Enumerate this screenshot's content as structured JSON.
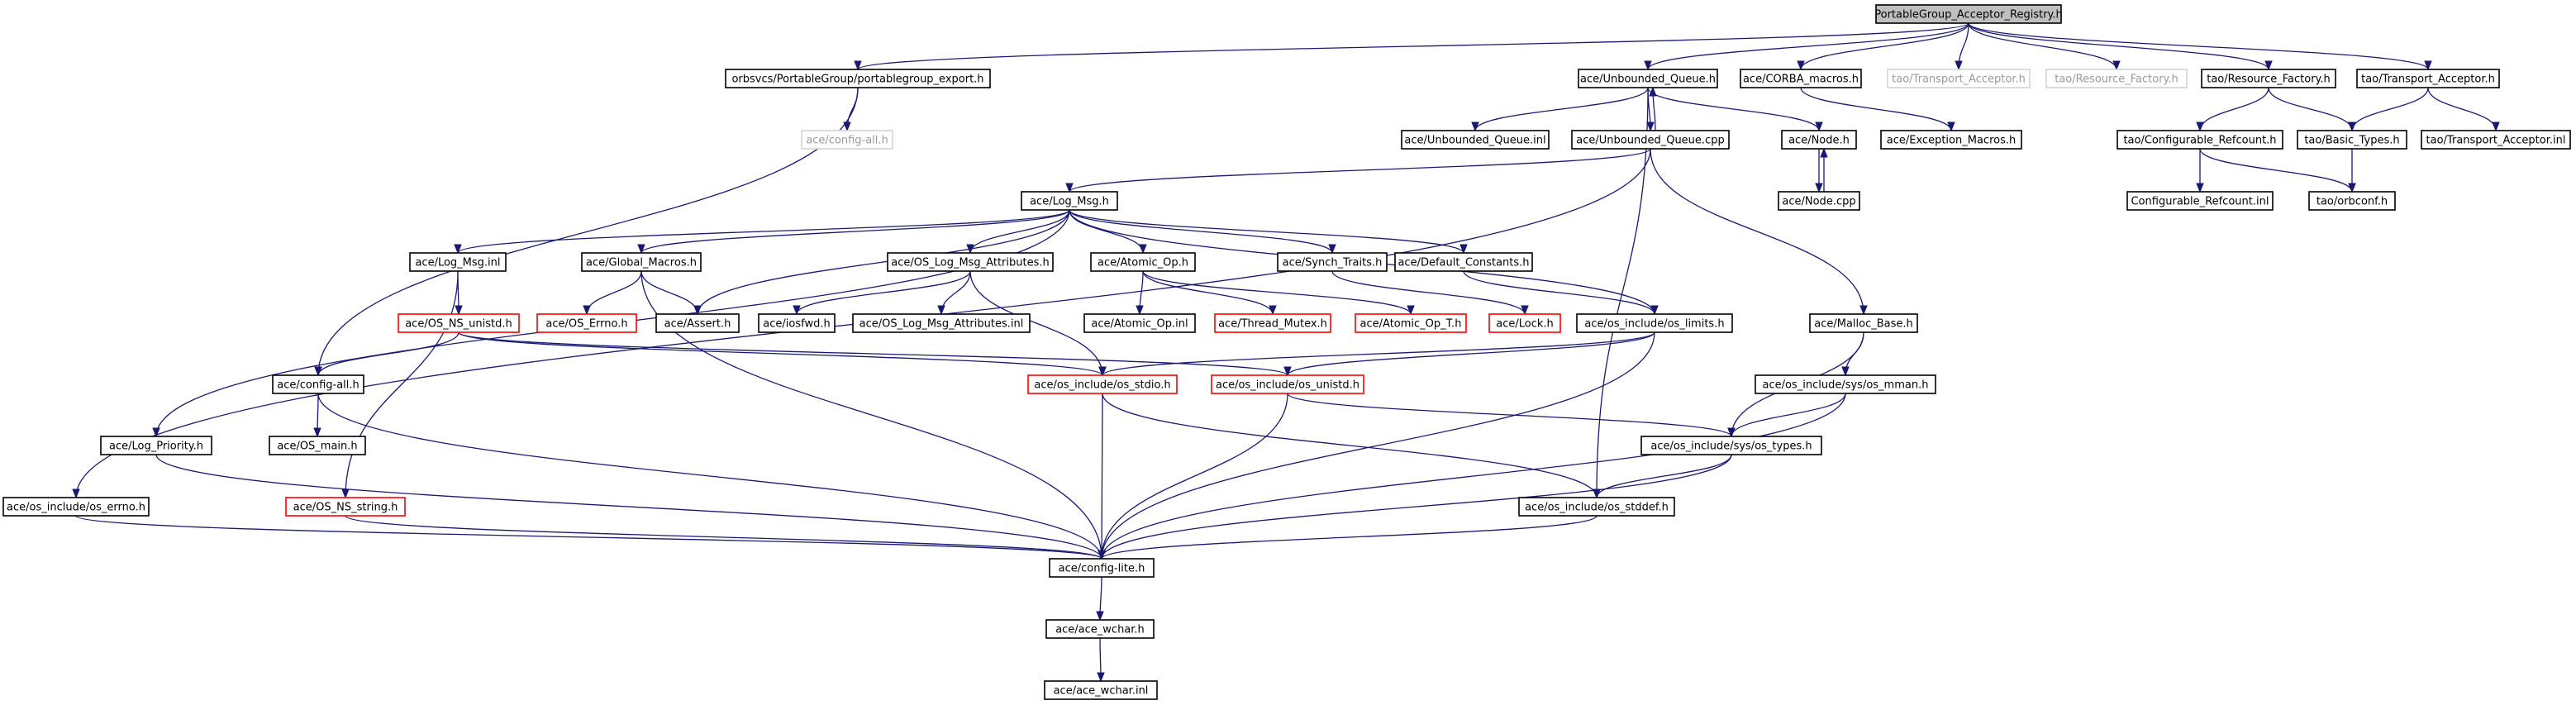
{
  "colors": {
    "edge": "#191970",
    "root_fill": "#bfbfbf",
    "missing_border": "#d3d3d3",
    "truncated_border": "#ff0000"
  },
  "nodes": [
    {
      "id": "root",
      "label": "PortableGroup_Acceptor_Registry.h",
      "style": "root"
    },
    {
      "id": "pg_export",
      "label": "orbsvcs/PortableGroup/portablegroup_export.h",
      "style": "normal"
    },
    {
      "id": "config_all_missing",
      "label": "ace/config-all.h",
      "style": "missing"
    },
    {
      "id": "unbounded_queue_h",
      "label": "ace/Unbounded_Queue.h",
      "style": "normal"
    },
    {
      "id": "corba_macros",
      "label": "ace/CORBA_macros.h",
      "style": "normal"
    },
    {
      "id": "tao_transport_acceptor_missing",
      "label": "tao/Transport_Acceptor.h",
      "style": "missing"
    },
    {
      "id": "tao_resource_factory_missing",
      "label": "tao/Resource_Factory.h",
      "style": "missing"
    },
    {
      "id": "tao_resource_factory",
      "label": "tao/Resource_Factory.h",
      "style": "normal"
    },
    {
      "id": "tao_transport_acceptor",
      "label": "tao/Transport_Acceptor.h",
      "style": "normal"
    },
    {
      "id": "unbounded_queue_inl",
      "label": "ace/Unbounded_Queue.inl",
      "style": "normal"
    },
    {
      "id": "unbounded_queue_cpp",
      "label": "ace/Unbounded_Queue.cpp",
      "style": "normal"
    },
    {
      "id": "node_h",
      "label": "ace/Node.h",
      "style": "normal"
    },
    {
      "id": "exception_macros",
      "label": "ace/Exception_Macros.h",
      "style": "normal"
    },
    {
      "id": "configurable_refcount_h",
      "label": "tao/Configurable_Refcount.h",
      "style": "normal"
    },
    {
      "id": "basic_types",
      "label": "tao/Basic_Types.h",
      "style": "normal"
    },
    {
      "id": "transport_acceptor_inl",
      "label": "tao/Transport_Acceptor.inl",
      "style": "normal"
    },
    {
      "id": "node_cpp",
      "label": "ace/Node.cpp",
      "style": "normal"
    },
    {
      "id": "configurable_refcount_inl",
      "label": "Configurable_Refcount.inl",
      "style": "normal"
    },
    {
      "id": "orbconf",
      "label": "tao/orbconf.h",
      "style": "normal"
    },
    {
      "id": "log_msg_h",
      "label": "ace/Log_Msg.h",
      "style": "normal"
    },
    {
      "id": "log_msg_inl",
      "label": "ace/Log_Msg.inl",
      "style": "normal"
    },
    {
      "id": "global_macros",
      "label": "ace/Global_Macros.h",
      "style": "normal"
    },
    {
      "id": "os_log_msg_attributes_h",
      "label": "ace/OS_Log_Msg_Attributes.h",
      "style": "normal"
    },
    {
      "id": "atomic_op_h",
      "label": "ace/Atomic_Op.h",
      "style": "normal"
    },
    {
      "id": "synch_traits",
      "label": "ace/Synch_Traits.h",
      "style": "normal"
    },
    {
      "id": "default_constants",
      "label": "ace/Default_Constants.h",
      "style": "normal"
    },
    {
      "id": "os_ns_unistd",
      "label": "ace/OS_NS_unistd.h",
      "style": "truncated"
    },
    {
      "id": "os_errno",
      "label": "ace/OS_Errno.h",
      "style": "truncated"
    },
    {
      "id": "assert_h",
      "label": "ace/Assert.h",
      "style": "normal"
    },
    {
      "id": "iosfwd",
      "label": "ace/iosfwd.h",
      "style": "normal"
    },
    {
      "id": "os_log_msg_attributes_inl",
      "label": "ace/OS_Log_Msg_Attributes.inl",
      "style": "normal"
    },
    {
      "id": "atomic_op_inl",
      "label": "ace/Atomic_Op.inl",
      "style": "normal"
    },
    {
      "id": "thread_mutex",
      "label": "ace/Thread_Mutex.h",
      "style": "truncated"
    },
    {
      "id": "atomic_op_t",
      "label": "ace/Atomic_Op_T.h",
      "style": "truncated"
    },
    {
      "id": "lock_h",
      "label": "ace/Lock.h",
      "style": "truncated"
    },
    {
      "id": "os_limits",
      "label": "ace/os_include/os_limits.h",
      "style": "normal"
    },
    {
      "id": "malloc_base",
      "label": "ace/Malloc_Base.h",
      "style": "normal"
    },
    {
      "id": "config_all",
      "label": "ace/config-all.h",
      "style": "normal"
    },
    {
      "id": "os_stdio",
      "label": "ace/os_include/os_stdio.h",
      "style": "truncated"
    },
    {
      "id": "os_unistd",
      "label": "ace/os_include/os_unistd.h",
      "style": "truncated"
    },
    {
      "id": "os_mman",
      "label": "ace/os_include/sys/os_mman.h",
      "style": "normal"
    },
    {
      "id": "log_priority",
      "label": "ace/Log_Priority.h",
      "style": "normal"
    },
    {
      "id": "os_main",
      "label": "ace/OS_main.h",
      "style": "normal"
    },
    {
      "id": "os_types",
      "label": "ace/os_include/sys/os_types.h",
      "style": "normal"
    },
    {
      "id": "os_errno_h",
      "label": "ace/os_include/os_errno.h",
      "style": "normal"
    },
    {
      "id": "os_ns_string",
      "label": "ace/OS_NS_string.h",
      "style": "truncated"
    },
    {
      "id": "os_stddef",
      "label": "ace/os_include/os_stddef.h",
      "style": "normal"
    },
    {
      "id": "config_lite",
      "label": "ace/config-lite.h",
      "style": "normal"
    },
    {
      "id": "ace_wchar_h",
      "label": "ace/ace_wchar.h",
      "style": "normal"
    },
    {
      "id": "ace_wchar_inl",
      "label": "ace/ace_wchar.inl",
      "style": "normal"
    }
  ],
  "edges": [
    [
      "root",
      "pg_export"
    ],
    [
      "root",
      "unbounded_queue_h"
    ],
    [
      "root",
      "corba_macros"
    ],
    [
      "root",
      "tao_transport_acceptor_missing"
    ],
    [
      "root",
      "tao_resource_factory_missing"
    ],
    [
      "root",
      "tao_resource_factory"
    ],
    [
      "root",
      "tao_transport_acceptor"
    ],
    [
      "pg_export",
      "config_all_missing"
    ],
    [
      "pg_export",
      "config_all"
    ],
    [
      "unbounded_queue_h",
      "unbounded_queue_inl"
    ],
    [
      "unbounded_queue_h",
      "unbounded_queue_cpp"
    ],
    [
      "unbounded_queue_h",
      "node_h"
    ],
    [
      "unbounded_queue_h",
      "os_stddef"
    ],
    [
      "unbounded_queue_cpp",
      "unbounded_queue_h"
    ],
    [
      "unbounded_queue_cpp",
      "log_msg_h"
    ],
    [
      "unbounded_queue_cpp",
      "malloc_base"
    ],
    [
      "unbounded_queue_cpp",
      "os_errno_h"
    ],
    [
      "corba_macros",
      "exception_macros"
    ],
    [
      "tao_resource_factory",
      "configurable_refcount_h"
    ],
    [
      "tao_resource_factory",
      "basic_types"
    ],
    [
      "tao_transport_acceptor",
      "basic_types"
    ],
    [
      "tao_transport_acceptor",
      "transport_acceptor_inl"
    ],
    [
      "node_h",
      "node_cpp"
    ],
    [
      "node_cpp",
      "node_h"
    ],
    [
      "configurable_refcount_h",
      "configurable_refcount_inl"
    ],
    [
      "configurable_refcount_h",
      "orbconf"
    ],
    [
      "basic_types",
      "orbconf"
    ],
    [
      "log_msg_h",
      "log_msg_inl"
    ],
    [
      "log_msg_h",
      "global_macros"
    ],
    [
      "log_msg_h",
      "os_log_msg_attributes_h"
    ],
    [
      "log_msg_h",
      "atomic_op_h"
    ],
    [
      "log_msg_h",
      "synch_traits"
    ],
    [
      "log_msg_h",
      "default_constants"
    ],
    [
      "log_msg_h",
      "assert_h"
    ],
    [
      "log_msg_h",
      "os_limits"
    ],
    [
      "log_msg_h",
      "log_priority"
    ],
    [
      "log_msg_inl",
      "os_ns_unistd"
    ],
    [
      "log_msg_inl",
      "os_ns_string"
    ],
    [
      "global_macros",
      "os_errno"
    ],
    [
      "global_macros",
      "assert_h"
    ],
    [
      "global_macros",
      "config_lite"
    ],
    [
      "os_log_msg_attributes_h",
      "iosfwd"
    ],
    [
      "os_log_msg_attributes_h",
      "os_log_msg_attributes_inl"
    ],
    [
      "os_log_msg_attributes_h",
      "os_stdio"
    ],
    [
      "atomic_op_h",
      "atomic_op_inl"
    ],
    [
      "atomic_op_h",
      "thread_mutex"
    ],
    [
      "atomic_op_h",
      "atomic_op_t"
    ],
    [
      "synch_traits",
      "lock_h"
    ],
    [
      "default_constants",
      "os_limits"
    ],
    [
      "os_ns_unistd",
      "config_all"
    ],
    [
      "os_ns_unistd",
      "os_stdio"
    ],
    [
      "os_ns_unistd",
      "os_unistd"
    ],
    [
      "os_limits",
      "os_stdio"
    ],
    [
      "os_limits",
      "os_unistd"
    ],
    [
      "os_limits",
      "config_lite"
    ],
    [
      "malloc_base",
      "os_types"
    ],
    [
      "malloc_base",
      "os_mman"
    ],
    [
      "os_mman",
      "os_types"
    ],
    [
      "os_mman",
      "config_lite"
    ],
    [
      "config_all",
      "os_main"
    ],
    [
      "config_all",
      "config_lite"
    ],
    [
      "os_stdio",
      "os_stddef"
    ],
    [
      "os_stdio",
      "config_lite"
    ],
    [
      "os_unistd",
      "os_types"
    ],
    [
      "os_unistd",
      "config_lite"
    ],
    [
      "os_types",
      "os_stddef"
    ],
    [
      "os_types",
      "config_lite"
    ],
    [
      "log_priority",
      "config_lite"
    ],
    [
      "os_errno_h",
      "config_lite"
    ],
    [
      "os_ns_string",
      "config_lite"
    ],
    [
      "os_stddef",
      "config_lite"
    ],
    [
      "config_lite",
      "ace_wchar_h"
    ],
    [
      "ace_wchar_h",
      "ace_wchar_inl"
    ]
  ]
}
